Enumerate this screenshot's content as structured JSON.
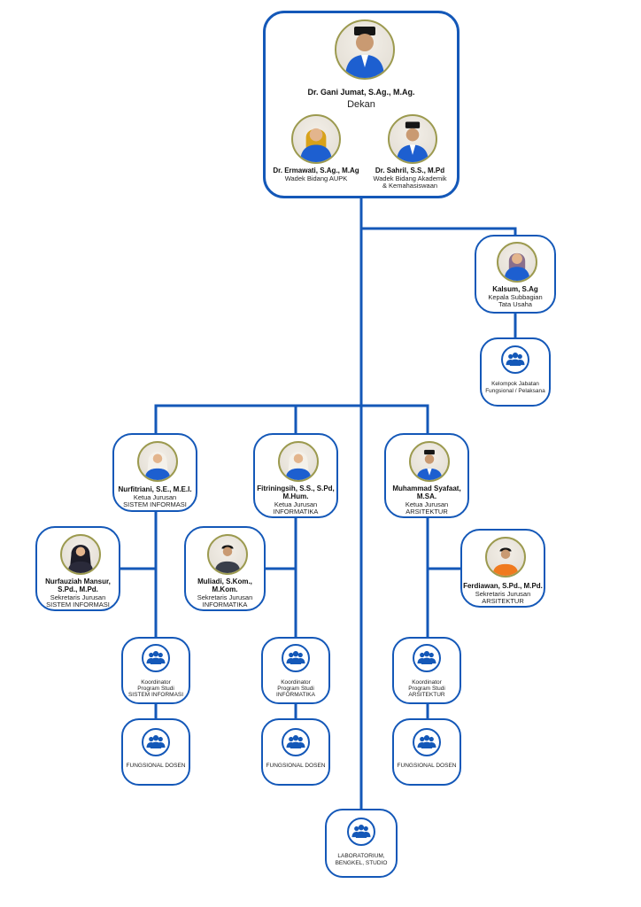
{
  "colors": {
    "line": "#1458b8",
    "border": "#1458b8",
    "blazer": "#1d5fd0",
    "avatar_ring": "#9c9a4f"
  },
  "dekan": {
    "name": "Dr. Gani Jumat, S.Ag., M.Ag.",
    "role": "Dekan"
  },
  "wadek1": {
    "name": "Dr. Ermawati, S.Ag., M.Ag",
    "role": "Wadek Bidang AUPK"
  },
  "wadek2": {
    "name": "Dr. Sahril, S.S., M.Pd",
    "role_line1": "Wadek Bidang Akademik",
    "role_line2": "& Kemahasiswaan"
  },
  "tata_usaha": {
    "name": "Kalsum, S.Ag",
    "role_line1": "Kepala Subbagian",
    "role_line2": "Tata Usaha"
  },
  "fungsional_pelaksana": {
    "line1": "Kelompok Jabatan",
    "line2": "Fungsional / Pelaksana"
  },
  "si_ketua": {
    "name": "Nurfitriani, S.E., M.E.I.",
    "role": "Ketua Jurusan",
    "dept": "SISTEM INFORMASI"
  },
  "inf_ketua": {
    "name_line1": "Fitriningsih, S.S., S.Pd,",
    "name_line2": "M.Hum.",
    "role": "Ketua Jurusan",
    "dept": "INFORMATIKA"
  },
  "ars_ketua": {
    "name_line1": "Muhammad Syafaat,",
    "name_line2": "M.SA.",
    "role": "Ketua Jurusan",
    "dept": "ARSITEKTUR"
  },
  "si_sekretaris": {
    "name_line1": "Nurfauziah Mansur,",
    "name_line2": "S.Pd., M.Pd.",
    "role": "Sekretaris Jurusan",
    "dept": "SISTEM INFORMASI"
  },
  "inf_sekretaris": {
    "name_line1": "Muliadi, S.Kom.,",
    "name_line2": "M.Kom.",
    "role": "Sekretaris Jurusan",
    "dept": "INFORMATIKA"
  },
  "ars_sekretaris": {
    "name": "Ferdiawan, S.Pd., M.Pd.",
    "role": "Sekretaris Jurusan",
    "dept": "ARSITEKTUR"
  },
  "si_koord": {
    "line1": "Koordinator",
    "line2": "Program Studi",
    "dept": "SISTEM INFORMASI"
  },
  "inf_koord": {
    "line1": "Koordinator",
    "line2": "Program Studi",
    "dept": "INFORMATIKA"
  },
  "ars_koord": {
    "line1": "Koordinator",
    "line2": "Program Studi",
    "dept": "ARSITEKTUR"
  },
  "fungsional_dosen": "FUNGSIONAL DOSEN",
  "laboratorium": {
    "line1": "LABORATORIUM,",
    "line2": "BENGKEL, STUDIO"
  }
}
